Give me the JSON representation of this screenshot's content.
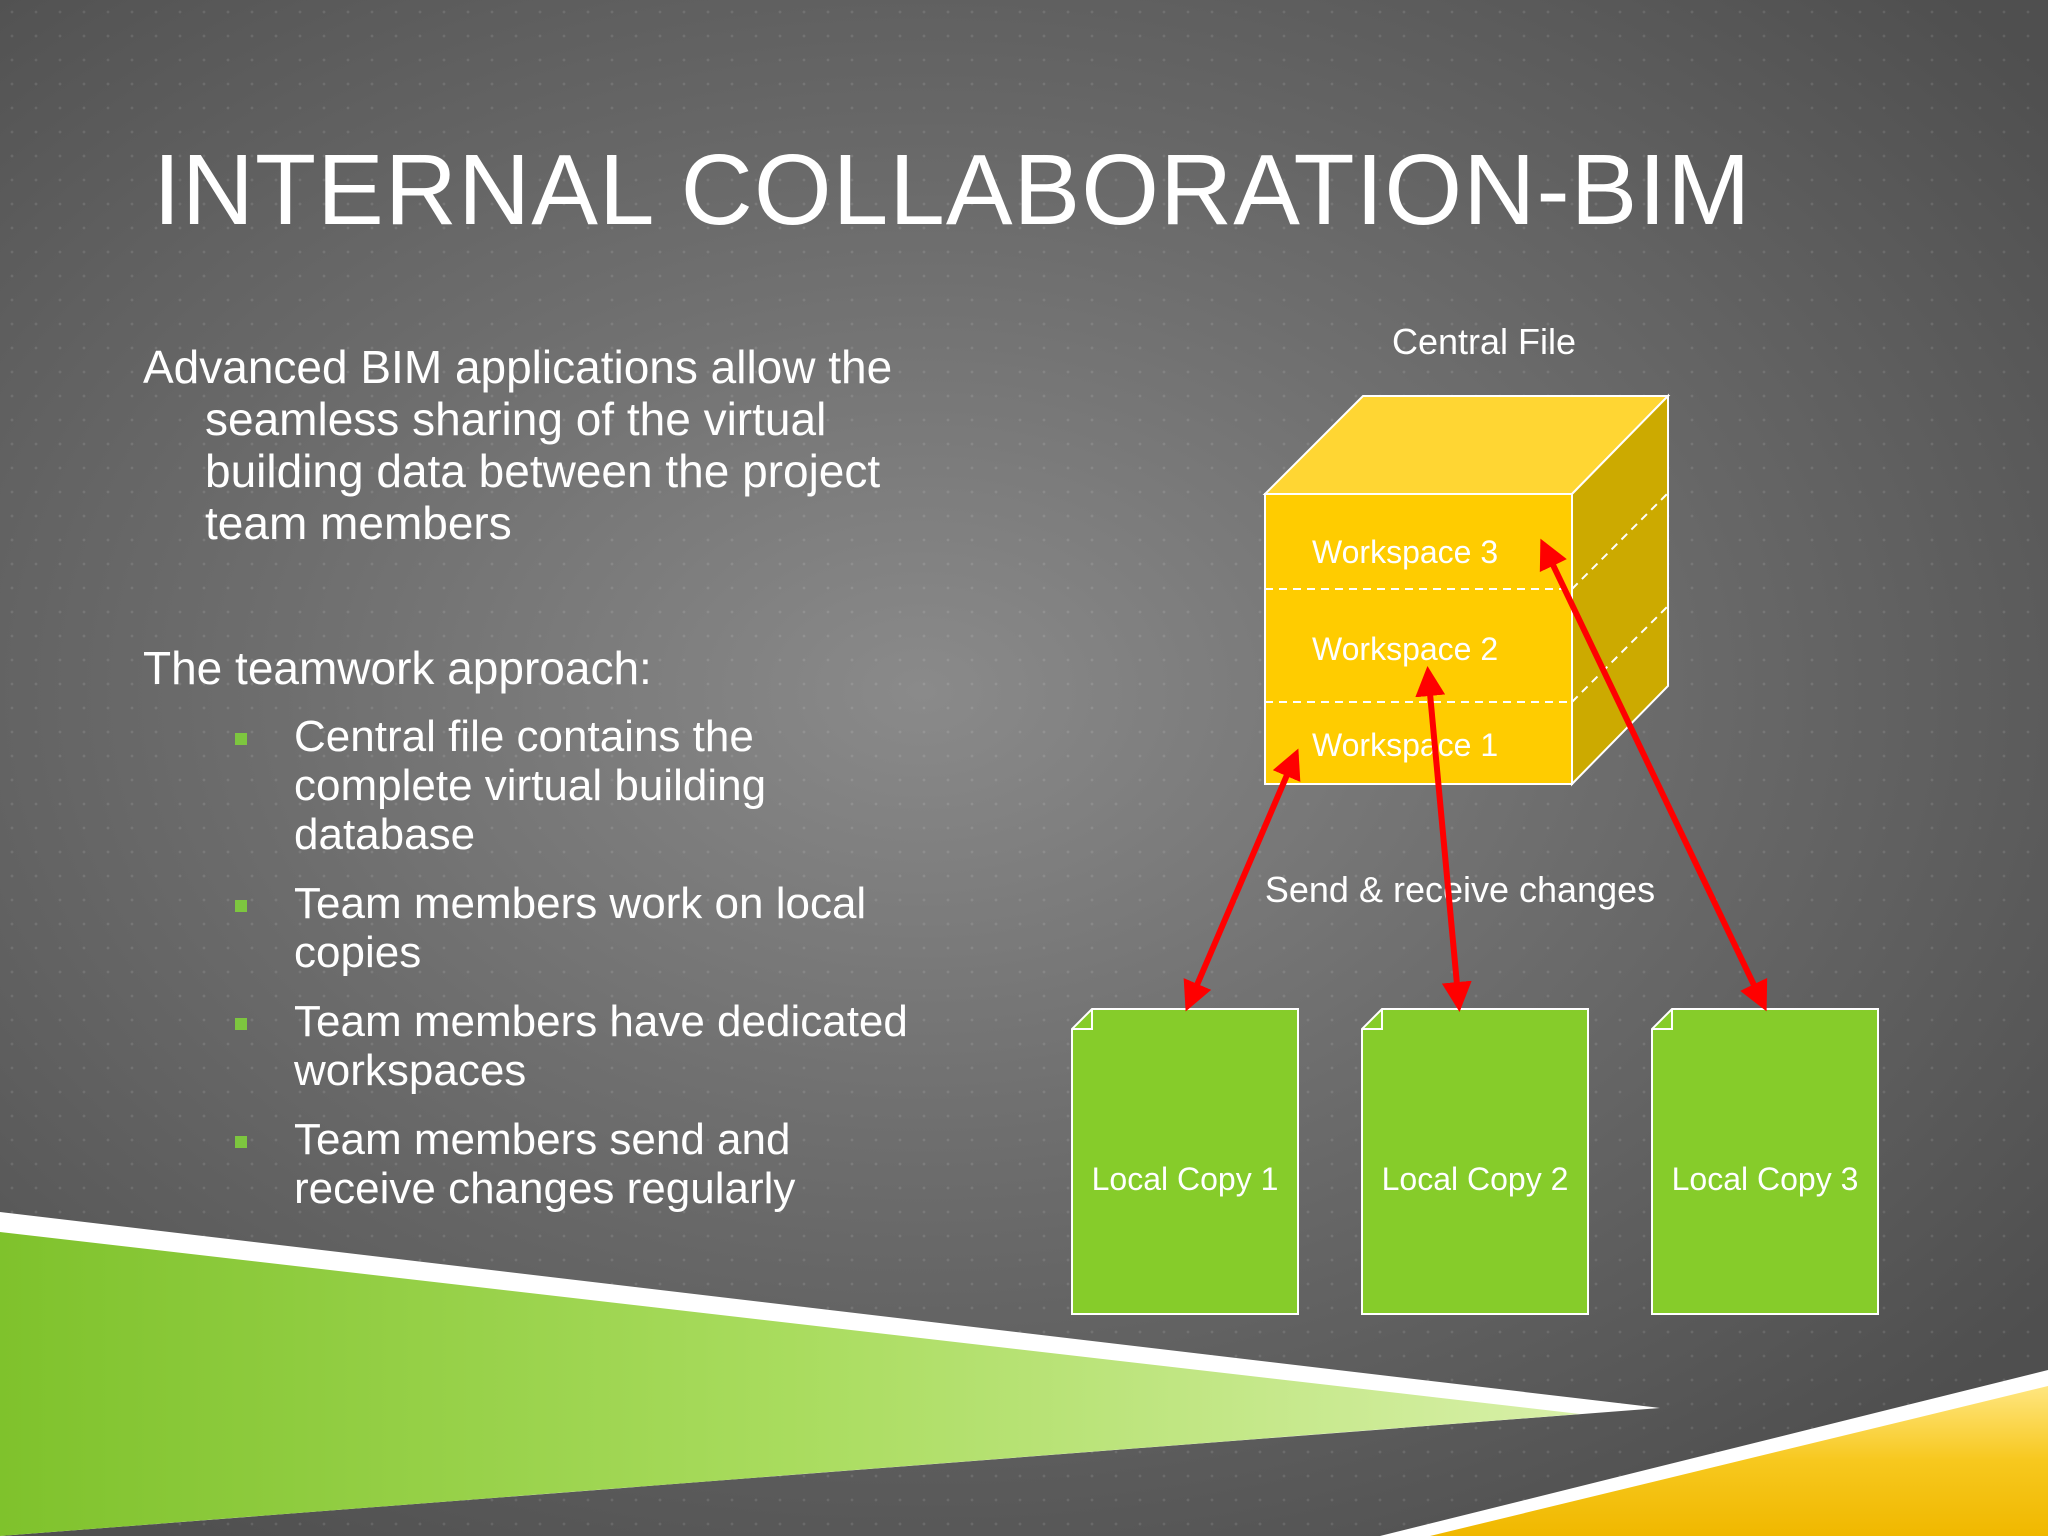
{
  "slide": {
    "title": "INTERNAL COLLABORATION-BIM",
    "intro": "Advanced BIM applications allow the seamless sharing of the virtual building data between the project team members",
    "subheading": "The teamwork approach:",
    "bullets": [
      "Central file contains the complete virtual building database",
      "Team members work on local copies",
      "Team members have dedicated workspaces",
      "Team members send  and receive changes regularly"
    ]
  },
  "diagram": {
    "central_file_label": "Central File",
    "workspaces": [
      "Workspace 3",
      "Workspace 2",
      "Workspace 1"
    ],
    "arrow_label": "Send & receive changes",
    "local_copies": [
      "Local Copy 1",
      "Local Copy 2",
      "Local Copy 3"
    ]
  },
  "colors": {
    "cube_front": "#ffcc00",
    "cube_top": "#ffd633",
    "cube_side": "#ccaa00",
    "document_fill": "#86cc2a",
    "arrow": "#ff0000",
    "bullet_marker": "#7dc63f",
    "accent_green": "#8ccf3a",
    "accent_yellow": "#f5c518"
  }
}
